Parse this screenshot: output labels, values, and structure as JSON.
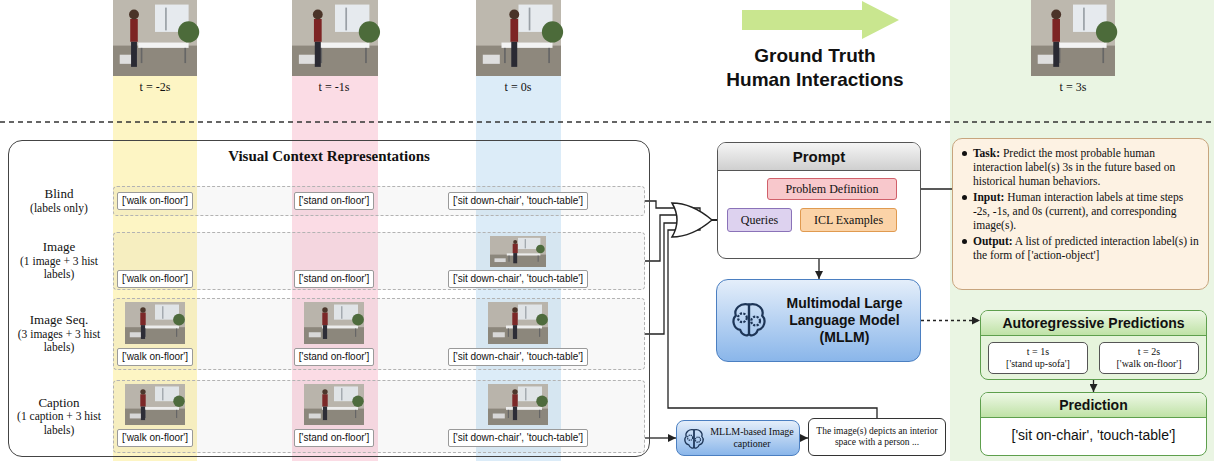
{
  "diagram": {
    "nodes": [
      {
        "text": [
          "Visual Context Representations"
        ]
      },
      {
        "text": [
          "Blind",
          "(labels only)"
        ],
        "in": 0
      },
      {
        "text": [
          "['walk on-floor']"
        ],
        "in": 1
      },
      {
        "text": [
          "['stand on-floor']"
        ],
        "in": 1
      },
      {
        "text": [
          "['sit down-chair', 'touch-table']"
        ],
        "in": 1
      },
      {
        "text": [
          "Image",
          "(1 image + 3 hist labels)"
        ],
        "in": 0
      },
      {
        "text": [
          "['walk on-floor']"
        ],
        "in": 5
      },
      {
        "text": [
          "['stand on-floor']"
        ],
        "in": 5
      },
      {
        "text": [
          "['sit down-chair', 'touch-table']"
        ],
        "in": 5
      },
      {
        "text": [
          "Image Seq.",
          "(3 images + 3 hist labels)"
        ],
        "in": 0
      },
      {
        "text": [
          "['walk on-floor']"
        ],
        "in": 9
      },
      {
        "text": [
          "['stand on-floor']"
        ],
        "in": 9
      },
      {
        "text": [
          "['sit down-chair', 'touch-table']"
        ],
        "in": 9
      },
      {
        "text": [
          "Caption",
          "(1 caption + 3 hist labels)"
        ],
        "in": 0
      },
      {
        "text": [
          "['walk on-floor']"
        ],
        "in": 13
      },
      {
        "text": [
          "['stand on-floor']"
        ],
        "in": 13
      },
      {
        "text": [
          "['sit down-chair', 'touch-table']"
        ],
        "in": 13
      },
      {
        "text": [
          "Prompt"
        ]
      },
      {
        "text": [
          "Problem Definition"
        ],
        "in": 17
      },
      {
        "text": [
          "Queries"
        ],
        "in": 17
      },
      {
        "text": [
          "ICL Examples"
        ],
        "in": 17
      },
      {
        "text": [
          "Multimodal Large Language Model (MLLM)"
        ]
      },
      {
        "text": [
          "MLLM-based Image captioner"
        ]
      },
      {
        "text": [
          "The image(s) depicts an interior space with a person ..."
        ]
      },
      {
        "text": [
          "Task: Predict the most probable human interaction label(s) 3s in the future based on historical human behaviors.",
          "Input: Human interaction labels at time steps -2s, -1s, and 0s (current), and corresponding image(s).",
          "Output: A list of predicted interaction label(s) in the form of ['action-object']"
        ]
      },
      {
        "text": [
          "Autoregressive Predictions"
        ]
      },
      {
        "text": [
          "t = 1s",
          "['stand up-sofa']"
        ],
        "in": 25
      },
      {
        "text": [
          "t = 2s",
          "['walk on-floor']"
        ],
        "in": 25
      },
      {
        "text": [
          "Prediction",
          "['sit on-chair', 'touch-table']"
        ]
      }
    ],
    "edges": [
      {
        "from": 1,
        "to": 19,
        "arrow": "none"
      },
      {
        "from": 5,
        "to": 19,
        "arrow": "none"
      },
      {
        "from": 9,
        "to": 19,
        "arrow": "none"
      },
      {
        "from": 23,
        "to": 19,
        "arrow": "none"
      },
      {
        "from": 13,
        "to": 22,
        "arrow": "to"
      },
      {
        "from": 22,
        "to": 23,
        "arrow": "to"
      },
      {
        "from": 24,
        "to": 18,
        "arrow": "to"
      },
      {
        "from": 17,
        "to": 21,
        "arrow": "to"
      },
      {
        "from": 21,
        "to": 25,
        "arrow": "to"
      },
      {
        "from": 25,
        "to": 28,
        "arrow": "to"
      }
    ],
    "labels": [
      "t = -2s",
      "t = -1s",
      "t = 0s",
      "Ground Truth Human Interactions",
      "t = 3s"
    ]
  }
}
